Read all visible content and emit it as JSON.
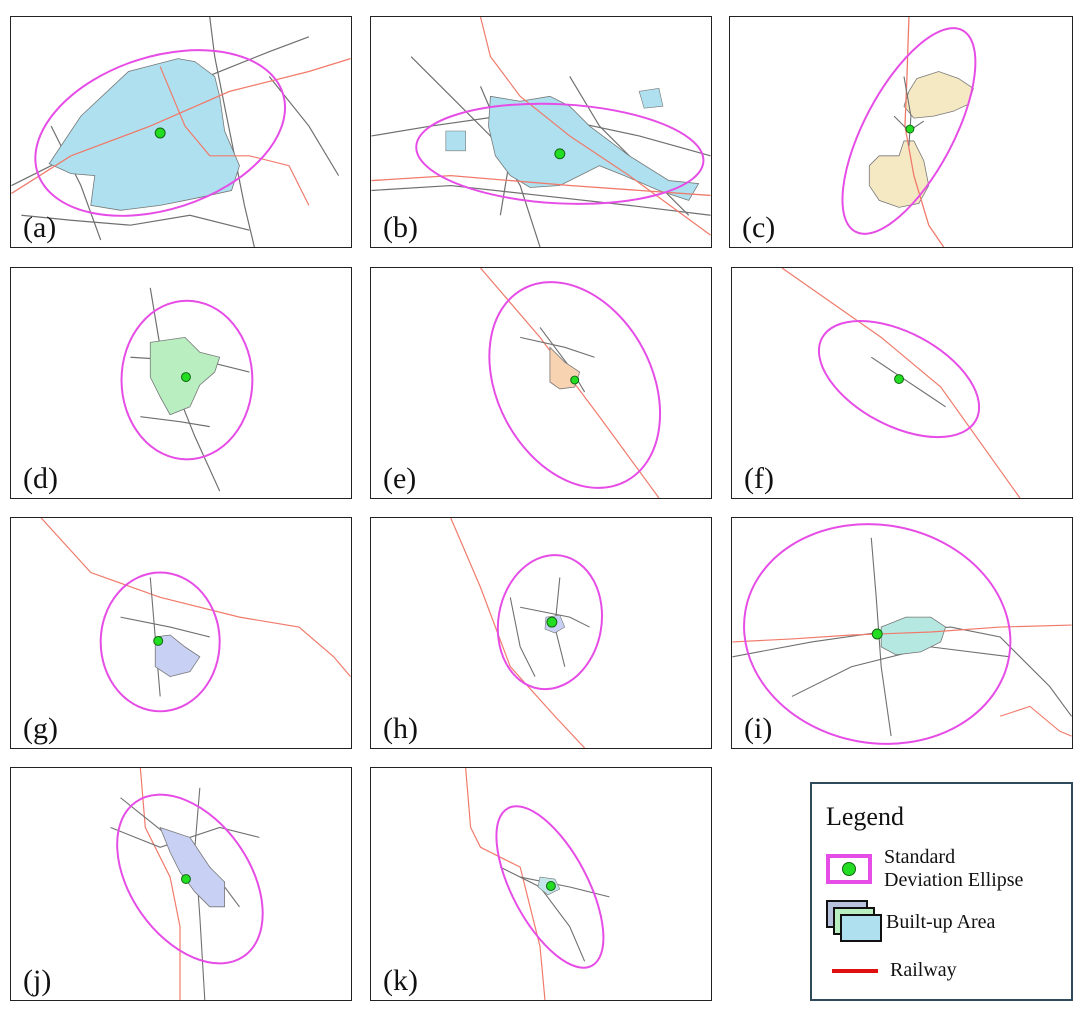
{
  "figure": {
    "panels": [
      {
        "id": "a",
        "label": "(a)",
        "fill": "#aee0ef"
      },
      {
        "id": "b",
        "label": "(b)",
        "fill": "#aee0ef"
      },
      {
        "id": "c",
        "label": "(c)",
        "fill": "#f5e9c4"
      },
      {
        "id": "d",
        "label": "(d)",
        "fill": "#b9efc0"
      },
      {
        "id": "e",
        "label": "(e)",
        "fill": "#f8d3b2"
      },
      {
        "id": "f",
        "label": "(f)",
        "fill": "#cfd6f2"
      },
      {
        "id": "g",
        "label": "(g)",
        "fill": "#c8d0f4"
      },
      {
        "id": "h",
        "label": "(h)",
        "fill": "#c8d0f4"
      },
      {
        "id": "i",
        "label": "(i)",
        "fill": "#b6e8e2"
      },
      {
        "id": "j",
        "label": "(j)",
        "fill": "#c8d0f4"
      },
      {
        "id": "k",
        "label": "(k)",
        "fill": "#c2e6ea"
      }
    ],
    "colors": {
      "ellipse": "#e64ce6",
      "centroid": "#22dd22",
      "railway": "#f07a6a",
      "road": "#6f6f6f",
      "legend_border": "#2f4a5a"
    }
  },
  "legend": {
    "title": "Legend",
    "sde_line1": "Standard",
    "sde_line2": "Deviation Ellipse",
    "bua_label": "Built-up Area",
    "railway_label": "Railway",
    "icons": {
      "sde": "ellipse-swatch-icon",
      "bua": "stacked-polygons-icon",
      "railway": "red-line-icon"
    }
  }
}
